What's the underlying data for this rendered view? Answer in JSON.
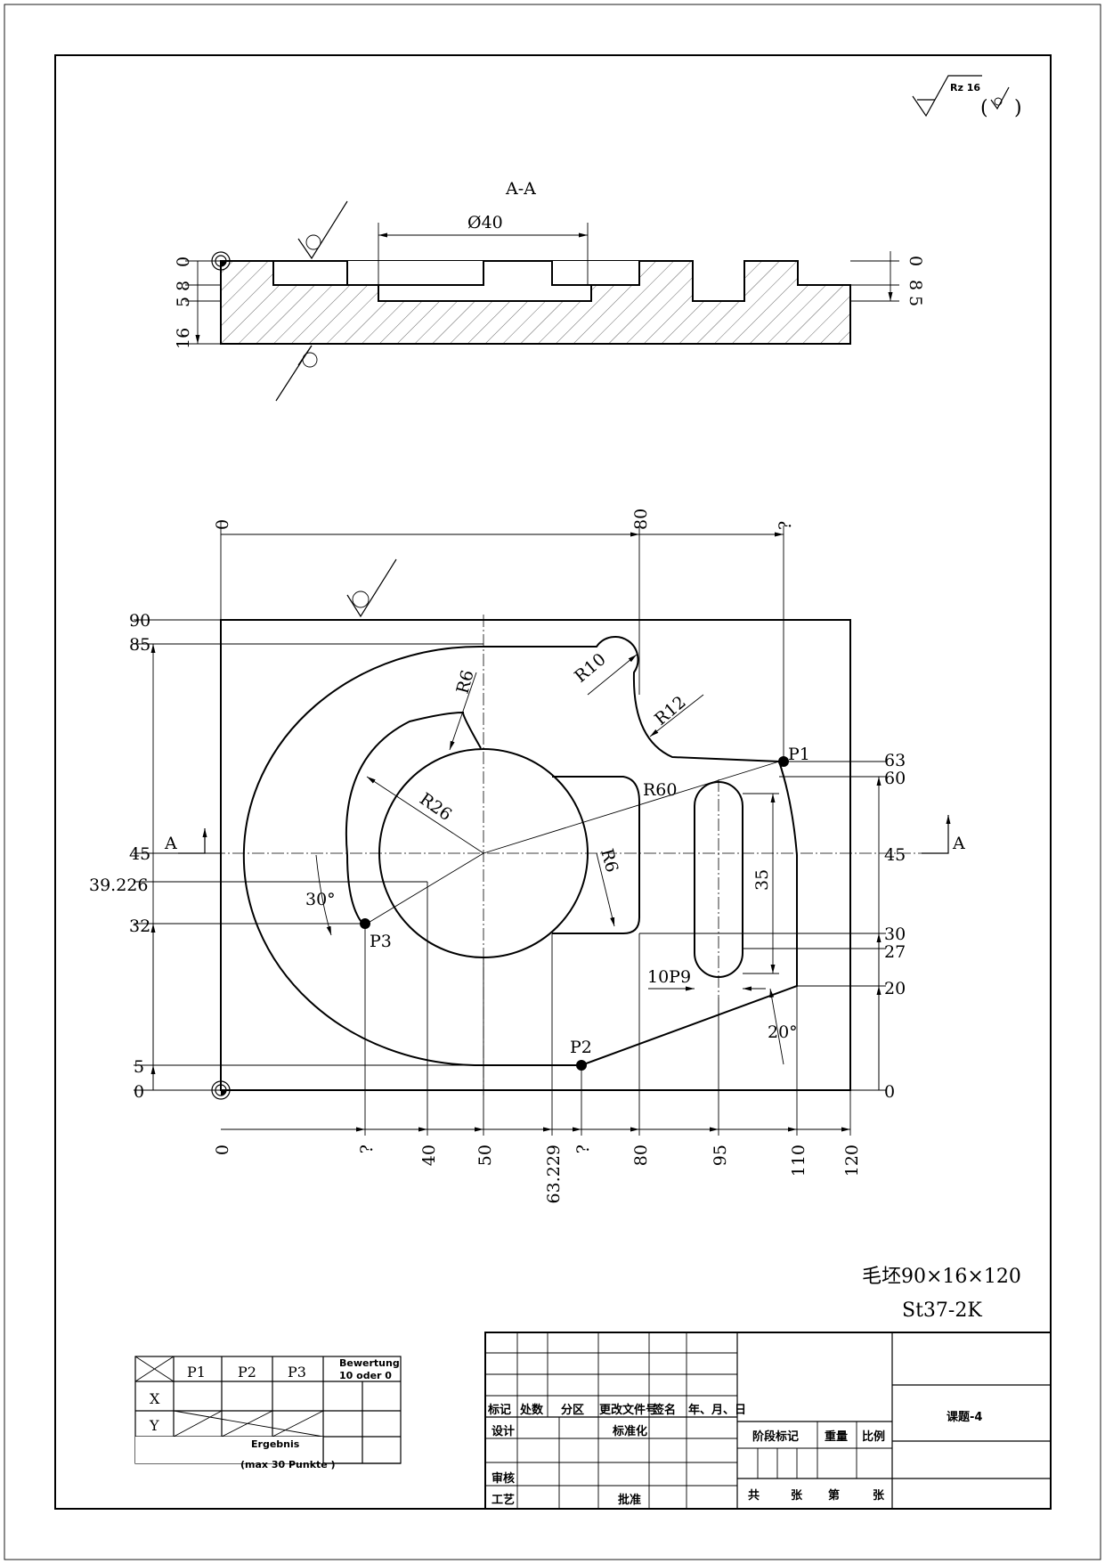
{
  "roughness": {
    "symbol": "Rz 16"
  },
  "section": {
    "title": "A-A",
    "diameter": "Ø40",
    "left_dims": [
      "0",
      "8",
      "5",
      "16"
    ],
    "right_dims": [
      "0",
      "8",
      "5"
    ]
  },
  "plan": {
    "section_marker": "A",
    "top_dims": [
      "0",
      "80",
      "?"
    ],
    "left_dims": [
      "90",
      "85",
      "45",
      "39.226",
      "32",
      "5",
      "0"
    ],
    "right_dims": [
      "63",
      "60",
      "45",
      "30",
      "27",
      "20",
      "0"
    ],
    "bottom_dims": [
      "0",
      "?",
      "40",
      "50",
      "63.229",
      "?",
      "80",
      "95",
      "110",
      "120"
    ],
    "radii": [
      "R10",
      "R12",
      "R6",
      "R26",
      "R60",
      "R6"
    ],
    "angles": [
      "30°",
      "20°"
    ],
    "slot_length": "35",
    "slot_width": "10P9",
    "points": [
      "P1",
      "P2",
      "P3"
    ]
  },
  "material": {
    "blank": "毛坯90×16×120",
    "grade": "St37-2K"
  },
  "score_table": {
    "headers": [
      "P1",
      "P2",
      "P3"
    ],
    "rows": [
      "X",
      "Y"
    ],
    "bewertung": "Bewertung",
    "bewertung_sub": "10 oder 0",
    "ergebnis": "Ergebnis",
    "max": "(max 30 Punkte  )"
  },
  "title_block": {
    "revision_headers": [
      "标记",
      "处数",
      "分区",
      "更改文件号",
      "签名",
      "年、月、日"
    ],
    "design": "设计",
    "standard": "标准化",
    "review": "审核",
    "process": "工艺",
    "approve": "批准",
    "stage": "阶段标记",
    "weight": "重量",
    "scale": "比例",
    "sheets_total": "共",
    "sheets_unit": "张",
    "sheet_no": "第",
    "sheet_unit2": "张",
    "title": "课题-4"
  }
}
